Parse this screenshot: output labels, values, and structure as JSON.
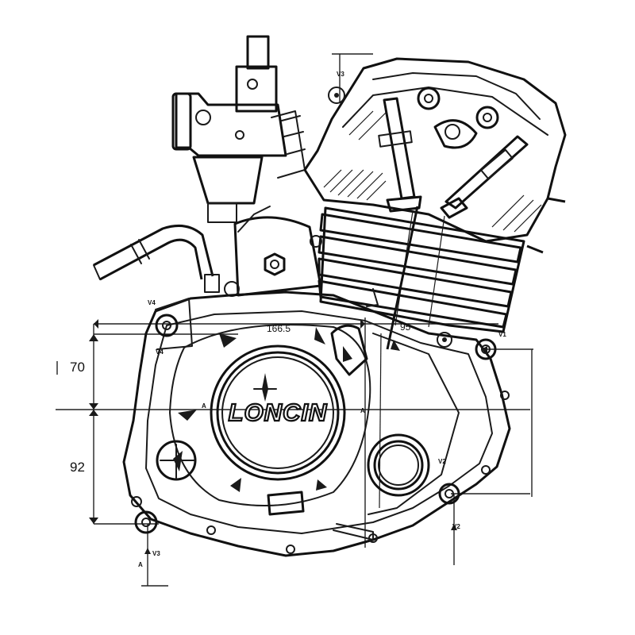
{
  "brand": {
    "logo_text": "LONCIN"
  },
  "dimensions": {
    "width_left": "166.5",
    "width_right": "95",
    "height_upper": "70",
    "height_lower": "92"
  },
  "mount_points": {
    "v1": "V1",
    "v2_right": "V2",
    "v2_bottom": "V2",
    "v3_top": "V3",
    "v3_bottom": "V3",
    "v4_upper": "V4",
    "v4_lower": "V4"
  },
  "section_markers": {
    "a_left": "A",
    "a_center": "A",
    "a_bottom": "A"
  }
}
